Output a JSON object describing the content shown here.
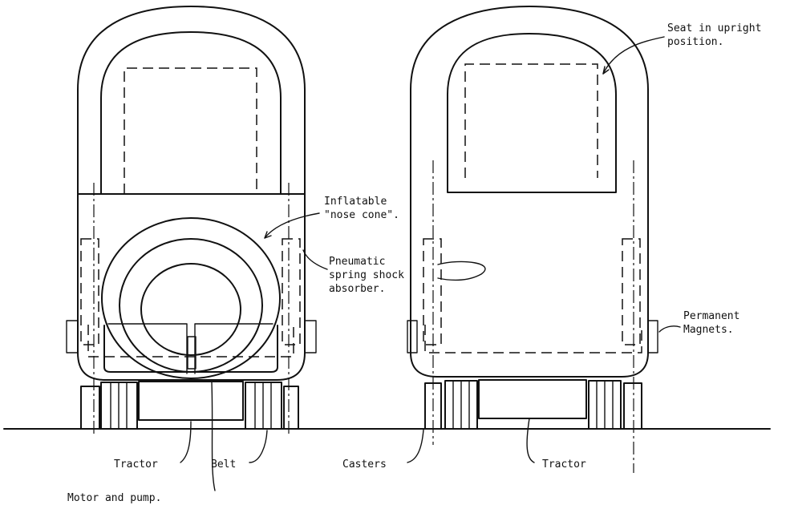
{
  "labels": {
    "seat": [
      "Seat in upright",
      "position."
    ],
    "nose_cone": [
      "Inflatable",
      "\"nose cone\"."
    ],
    "shock": [
      "Pneumatic",
      "spring shock",
      "absorber."
    ],
    "magnets": [
      "Permanent",
      "Magnets."
    ],
    "tractor_left": "Tractor",
    "belt": "Belt",
    "casters": "Casters",
    "tractor_right": "Tractor",
    "motor": "Motor and pump."
  }
}
